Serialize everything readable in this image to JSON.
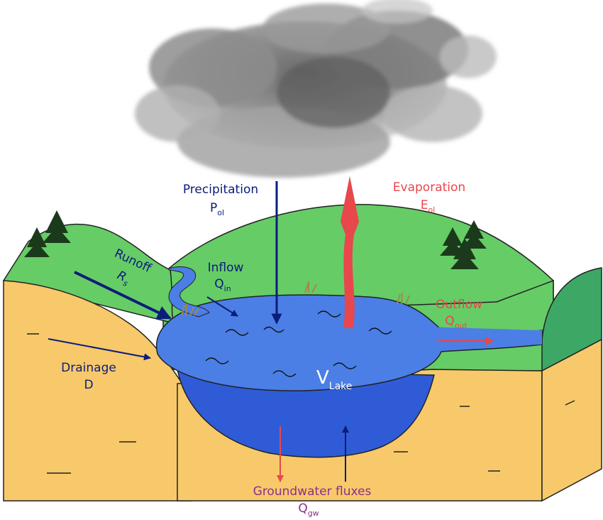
{
  "colors": {
    "navy": "#0b1c7a",
    "red": "#e8474b",
    "purple": "#8a2f8c",
    "white": "#ffffff",
    "grass": "#66cc66",
    "soil": "#f7c96a",
    "water": "#4b7fe6",
    "water_dark": "#2f5cd6"
  },
  "labels": {
    "precipitation": {
      "main": "Precipitation",
      "symbol": "P",
      "sub": "ol"
    },
    "evaporation": {
      "main": "Evaporation",
      "symbol": "E",
      "sub": "ol"
    },
    "runoff": {
      "main": "Runoff",
      "symbol": "R",
      "sub": "s"
    },
    "inflow": {
      "main": "Inflow",
      "symbol": "Q",
      "sub": "in"
    },
    "outflow": {
      "main": "Outflow",
      "symbol": "Q",
      "sub": "out"
    },
    "drainage": {
      "main": "Drainage",
      "symbol": "D"
    },
    "lake_volume": {
      "symbol": "V",
      "sub": "Lake"
    },
    "groundwater": {
      "main": "Groundwater fluxes",
      "symbol": "Q",
      "sub": "gw"
    }
  }
}
